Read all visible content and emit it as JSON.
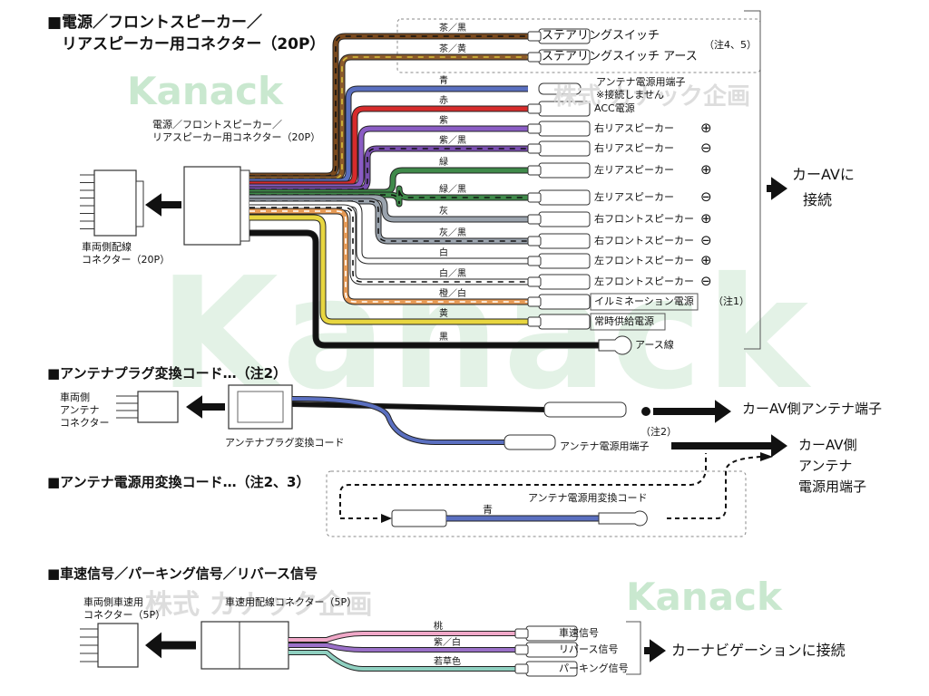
{
  "watermark": {
    "brand": "Kanack",
    "company": "株式 カナック企画",
    "color": "#bfe3c6"
  },
  "sec1": {
    "title1": "■電源／フロントスピーカー／",
    "title2": "リアスピーカー用コネクター（20P）",
    "conn_label1": "電源／フロントスピーカー／",
    "conn_label2": "リアスピーカー用コネクター（20P）",
    "vehicle_label1": "車両側配線",
    "vehicle_label2": "コネクター（20P）",
    "output1": "カーAVに",
    "output2": "接続",
    "wires": [
      {
        "color_name": "茶／黒",
        "dest": "ステアリングスイッチ",
        "note": "（注4、5）",
        "c1": "#7a4a1e",
        "c2": "#111111"
      },
      {
        "color_name": "茶／黄",
        "dest": "ステアリングスイッチ アース",
        "note": "",
        "c1": "#8b5a2b",
        "c2": "#d8c23a"
      },
      {
        "color_name": "青",
        "dest": "アンテナ電源用端子",
        "dest2": "※接続しません",
        "c1": "#5a6fc0"
      },
      {
        "color_name": "赤",
        "dest": "ACC電源",
        "c1": "#d62b2b"
      },
      {
        "color_name": "紫",
        "dest": "右リアスピーカー",
        "sign": "⊕",
        "c1": "#8a5cc4"
      },
      {
        "color_name": "紫／黒",
        "dest": "右リアスピーカー",
        "sign": "⊖",
        "c1": "#7a4fb0",
        "c2": "#111111"
      },
      {
        "color_name": "緑",
        "dest": "左リアスピーカー",
        "sign": "⊕",
        "c1": "#3f8a4a"
      },
      {
        "color_name": "緑／黒",
        "dest": "左リアスピーカー",
        "sign": "⊖",
        "c1": "#3f8a4a",
        "c2": "#111111"
      },
      {
        "color_name": "灰",
        "dest": "右フロントスピーカー",
        "sign": "⊕",
        "c1": "#9aa3ad"
      },
      {
        "color_name": "灰／黒",
        "dest": "右フロントスピーカー",
        "sign": "⊖",
        "c1": "#9aa3ad",
        "c2": "#111111"
      },
      {
        "color_name": "白",
        "dest": "左フロントスピーカー",
        "sign": "⊕",
        "c1": "#ffffff"
      },
      {
        "color_name": "白／黒",
        "dest": "左フロントスピーカー",
        "sign": "⊖",
        "c1": "#ffffff",
        "c2": "#111111"
      },
      {
        "color_name": "橙／白",
        "dest": "イルミネーション電源",
        "note": "（注1）",
        "c1": "#e69a55",
        "c2": "#ffffff"
      },
      {
        "color_name": "黄",
        "dest": "常時供給電源",
        "c1": "#e8d640"
      },
      {
        "color_name": "黒",
        "dest": "アース線",
        "c1": "#111111"
      }
    ]
  },
  "sec2": {
    "title": "■アンテナプラグ変換コード…（注2）",
    "vehicle1": "車両側",
    "vehicle2": "アンテナ",
    "vehicle3": "コネクター",
    "cord_label": "アンテナプラグ変換コード",
    "out_antenna": "カーAV側アンテナ端子",
    "power_terminal": "アンテナ電源用端子",
    "note2": "（注2）",
    "out_power1": "カーAV側",
    "out_power2": "アンテナ",
    "out_power3": "電源用端子"
  },
  "sec3": {
    "title": "■アンテナ電源用変換コード…（注2、3）",
    "cord_label": "アンテナ電源用変換コード",
    "wire_color": "青"
  },
  "sec4": {
    "title": "■車速信号／パーキング信号／リバース信号",
    "vehicle1": "車両側車速用",
    "vehicle2": "コネクター（5P）",
    "conn_label": "車速用配線コネクター（5P）",
    "output": "カーナビゲーションに接続",
    "wires": [
      {
        "color_name": "桃",
        "dest": "車速信号",
        "c1": "#f0a8c8"
      },
      {
        "color_name": "紫／白",
        "dest": "リバース信号",
        "c1": "#9a70c8"
      },
      {
        "color_name": "若草色",
        "dest": "パーキング信号",
        "c1": "#8fd0c0"
      }
    ]
  }
}
